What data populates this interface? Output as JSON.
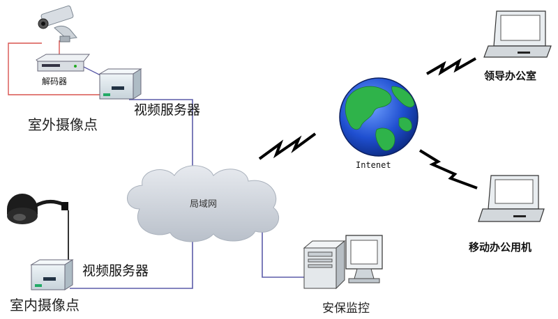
{
  "labels": {
    "decoder": "解码器",
    "video_server_outdoor": "视频服务器",
    "outdoor_camera_point": "室外摄像点",
    "video_server_indoor": "视频服务器",
    "indoor_camera_point": "室内摄像点",
    "lan": "局域网",
    "internet": "Intenet",
    "leader_office": "领导办公室",
    "mobile_office": "移动办公用机",
    "security_monitoring": "安保监控"
  },
  "colors": {
    "link_line": "#5b5ba8",
    "decoder_cable": "#d9534f",
    "lightning": "#000000",
    "ocean": "#1f4fd0",
    "land": "#2fb34a",
    "cloud": "#cfd4dc",
    "device_body": "#dfe8ee"
  }
}
